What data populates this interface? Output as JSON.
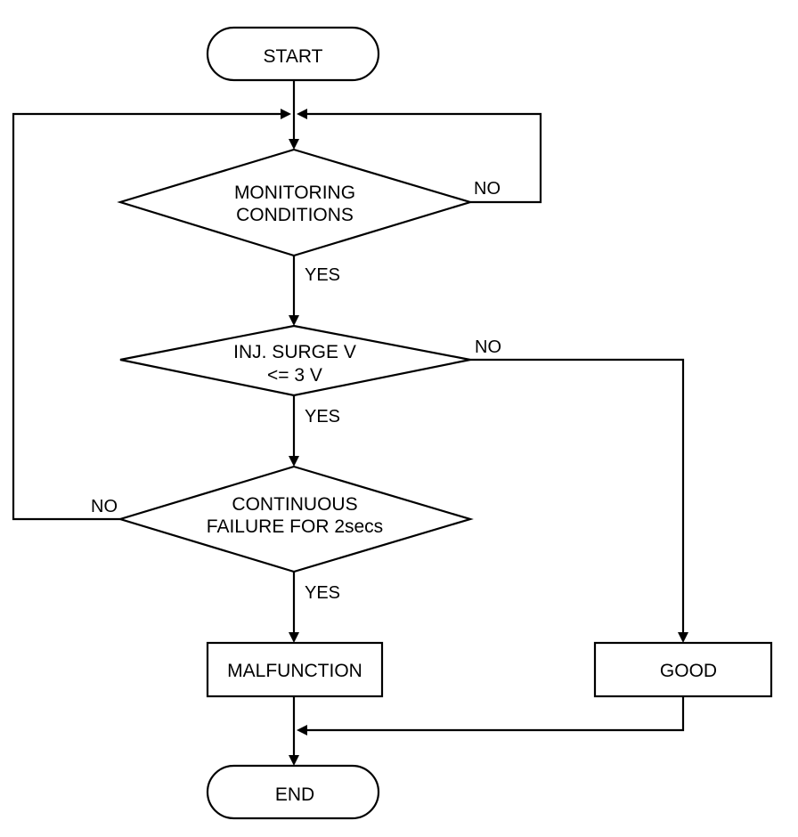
{
  "nodes": {
    "start": "START",
    "monitoring_line1": "MONITORING",
    "monitoring_line2": "CONDITIONS",
    "surge_line1": "INJ. SURGE V",
    "surge_line2": "<= 3 V",
    "continuous_line1": "CONTINUOUS",
    "continuous_line2": "FAILURE FOR 2secs",
    "malfunction": "MALFUNCTION",
    "good": "GOOD",
    "end": "END"
  },
  "labels": {
    "monitoring_no": "NO",
    "monitoring_yes": "YES",
    "surge_no": "NO",
    "surge_yes": "YES",
    "continuous_no": "NO",
    "continuous_yes": "YES"
  }
}
